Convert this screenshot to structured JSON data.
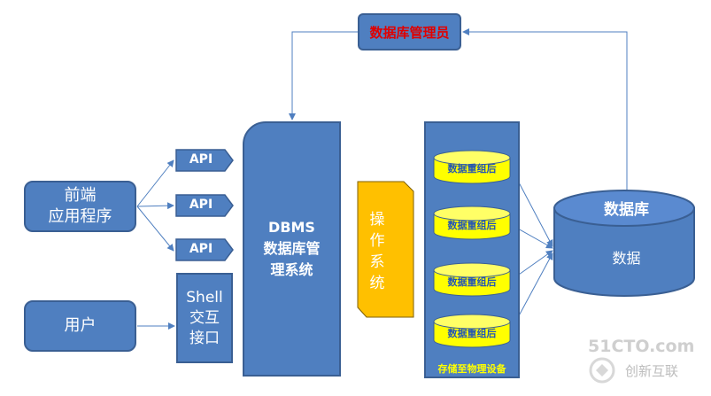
{
  "admin": {
    "label": "数据库管理员"
  },
  "front_app": {
    "line1": "前端",
    "line2": "应用程序"
  },
  "user": {
    "label": "用户"
  },
  "api": [
    "API",
    "API",
    "API"
  ],
  "shell": {
    "line1": "Shell",
    "line2": "交互",
    "line3": "接口"
  },
  "dbms": {
    "line1": "DBMS",
    "line2": "数据库管",
    "line3": "理系统"
  },
  "os": {
    "chars": [
      "操",
      "作",
      "系",
      "统"
    ]
  },
  "storage": {
    "items": [
      "数据重组后",
      "数据重组后",
      "数据重组后",
      "数据重组后"
    ],
    "label": "存储至物理设备"
  },
  "database": {
    "title": "数据库",
    "content": "数据"
  },
  "watermark": {
    "number": "51CTO.com",
    "text": "创新互联"
  },
  "colors": {
    "box_fill": "#4f7fc0",
    "box_border": "#3a5f93",
    "os_fill": "#ffc000",
    "cylinder_fill": "#ffff00",
    "admin_text": "#e00000",
    "arrow": "#4f7fc0"
  }
}
